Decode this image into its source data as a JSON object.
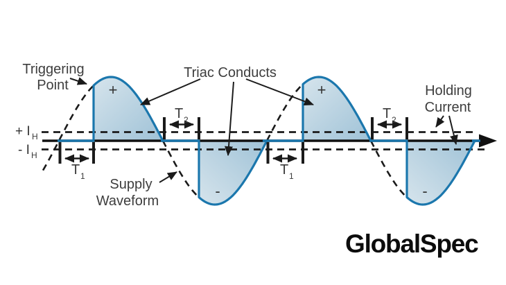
{
  "colors": {
    "waveform_blue": "#1b77ad",
    "lobe_fill_light": "#d6e4ec",
    "lobe_fill_dark": "#9fc2d7",
    "line_ink": "#1a1a1a",
    "label_gray": "#3d3d3d",
    "logo_black": "#0c0c0c"
  },
  "labels": {
    "triggering_point_line1": "Triggering",
    "triggering_point_line2": "Point",
    "triac_conducts": "Triac Conducts",
    "supply_waveform_line1": "Supply",
    "supply_waveform_line2": "Waveform",
    "holding_current_line1": "Holding",
    "holding_current_line2": "Current",
    "plus_holding_main": "+ I",
    "minus_holding_main": "- I",
    "holding_sub": "H",
    "t_main": "T",
    "t1_sub": "1",
    "t2_sub": "2",
    "positive_sign": "+",
    "negative_sign": "-"
  },
  "logo": {
    "text": "GlobalSpec"
  }
}
